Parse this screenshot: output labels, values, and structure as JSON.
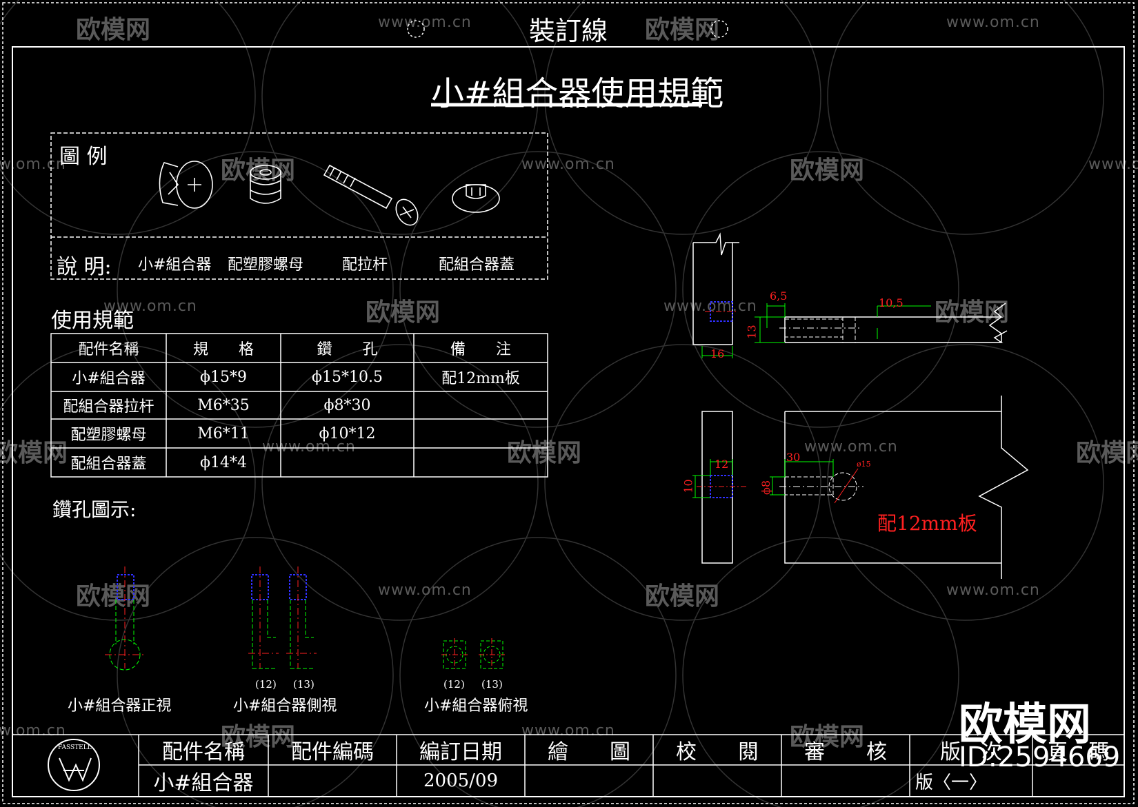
{
  "header": {
    "binding_line": "裝訂線"
  },
  "title": "小#組合器使用規範",
  "legend": {
    "heading": "圖 例",
    "desc_heading": "說 明:",
    "items": [
      "小#組合器",
      "配塑膠螺母",
      "配拉杆",
      "配組合器蓋"
    ]
  },
  "usage": {
    "heading": "使用規範",
    "columns": [
      "配件名稱",
      "規　　格",
      "鑽　　孔",
      "備　　注"
    ],
    "rows": [
      [
        "小#組合器",
        "ϕ15*9",
        "ϕ15*10.5",
        "配12mm板"
      ],
      [
        "配組合器拉杆",
        "M6*35",
        "ϕ8*30",
        ""
      ],
      [
        "配塑膠螺母",
        "M6*11",
        "ϕ10*12",
        ""
      ],
      [
        "配組合器蓋",
        "ϕ14*4",
        "",
        ""
      ]
    ]
  },
  "drill": {
    "heading": "鑽孔圖示:",
    "views": [
      "小#組合器正視",
      "小#組合器側視",
      "小#組合器俯視"
    ],
    "side_labels": [
      "(12)",
      "(13)"
    ],
    "top_labels": [
      "(12)",
      "(13)"
    ]
  },
  "dims": {
    "d65": "6,5",
    "d105": "10,5",
    "d13": "13",
    "d16": "16",
    "d12": "12",
    "d10": "10",
    "d30": "30",
    "phi8": "ϕ8",
    "phi15": "ø15",
    "board": "配12mm板"
  },
  "titleblock": {
    "headers": [
      "配件名稱",
      "配件編碼",
      "編訂日期",
      "繪　　圖",
      "校　　閱",
      "審　　核",
      "版　次",
      "頁　碼"
    ],
    "values": [
      "小#組合器",
      "",
      "2005/09",
      "",
      "",
      "",
      "版〈一〉",
      ""
    ],
    "logo_text": "FASSTELL"
  },
  "watermark": {
    "logo": "欧模网",
    "url": "www.om.cn",
    "brand": "欧模网",
    "id": "ID:2594669"
  },
  "colors": {
    "line": "#ffffff",
    "dim": "#00ff00",
    "red": "#ff2020",
    "blue": "#3030ff",
    "watermark": "#5a5a5a"
  }
}
